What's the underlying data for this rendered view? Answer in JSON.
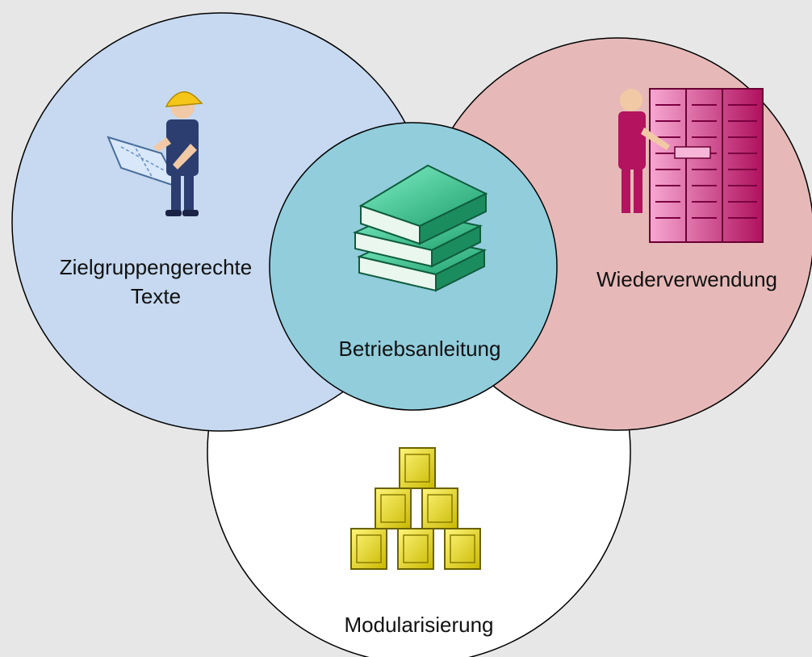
{
  "diagram": {
    "center_label": "Betriebsanleitung",
    "left_label_line1": "Zielgruppengerechte",
    "left_label_line2": "Texte",
    "right_label": "Wiederverwendung",
    "bottom_label": "Modularisierung"
  },
  "colors": {
    "background": "#e7e7e7",
    "left_circle": "#c6d9f0",
    "right_circle": "#e6b9b8",
    "bottom_circle": "#ffffff",
    "center_circle": "#92cddc",
    "outline": "#000000",
    "books": "#2fbf86",
    "boxes": "#e8de2a",
    "server": "#d6287a"
  },
  "icons": {
    "left": "architect-with-blueprint-icon",
    "right": "person-at-server-rack-icon",
    "center": "stack-of-books-icon",
    "bottom": "stacked-crates-icon"
  }
}
